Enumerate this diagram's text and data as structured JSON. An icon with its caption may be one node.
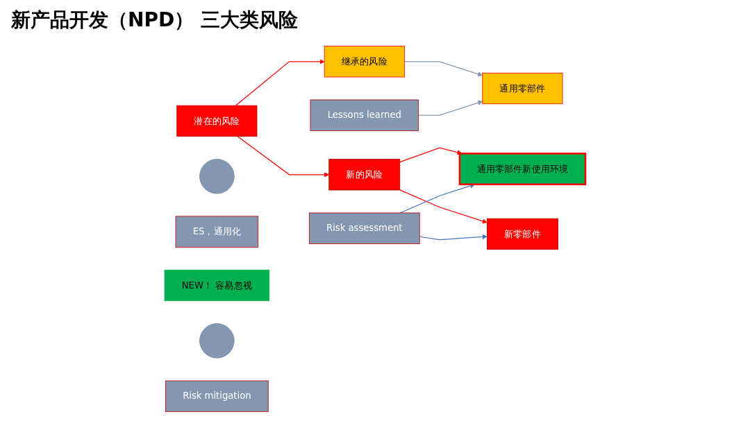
{
  "diagram": {
    "title": "新产品开发（NPD） 三大类风险",
    "nodes": [
      {
        "text": [
          "潜在的风险"
        ]
      },
      {
        "text": [
          "继承的风险"
        ]
      },
      {
        "text": [
          "通用零部件"
        ]
      },
      {
        "text": [
          "Lessons learned"
        ]
      },
      {
        "text": [],
        "shape": "plus"
      },
      {
        "text": [
          "ES，通用化"
        ]
      },
      {
        "text": [
          "NEW！ 容易忽视"
        ]
      },
      {
        "text": [
          "新的风险"
        ]
      },
      {
        "text": [
          "通用零部件新使用环境"
        ]
      },
      {
        "text": [
          "新零部件"
        ]
      },
      {
        "text": [
          "Risk assessment"
        ]
      },
      {
        "text": [],
        "shape": "plus"
      },
      {
        "text": [
          "Risk mitigation"
        ]
      }
    ],
    "edges": [
      {
        "from": 0,
        "to": 1,
        "arrow": "to"
      },
      {
        "from": 0,
        "to": 7,
        "arrow": "to"
      },
      {
        "from": 1,
        "to": 2,
        "arrow": "to",
        "color": "#8497b0"
      },
      {
        "from": 3,
        "to": 2,
        "arrow": "to",
        "color": "#8497b0"
      },
      {
        "from": 7,
        "to": 8,
        "arrow": "to"
      },
      {
        "from": 7,
        "to": 9,
        "arrow": "to"
      },
      {
        "from": 10,
        "to": 8,
        "arrow": "to",
        "color": "#4472c4"
      },
      {
        "from": 10,
        "to": 9,
        "arrow": "to",
        "color": "#4472c4"
      }
    ]
  }
}
